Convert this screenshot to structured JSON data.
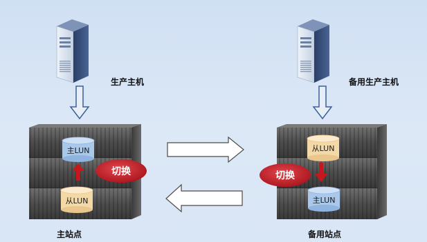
{
  "primary_site": {
    "host_label": "生产主机",
    "site_label": "主站点",
    "upper_lun": "主LUN",
    "lower_lun": "从LUN",
    "switch_label": "切换"
  },
  "backup_site": {
    "host_label": "备用生产主机",
    "site_label": "备用站点",
    "upper_lun": "从LUN",
    "lower_lun": "主LUN",
    "switch_label": "切换"
  },
  "colors": {
    "background": "#d5e3f4",
    "arrow_stroke": "#3a5f9a",
    "switch_badge": "#c81e2a",
    "switch_arrow": "#c8161d",
    "primary_lun": "#a9c8ea",
    "secondary_lun": "#f4d9a8"
  },
  "icons": {
    "host": "server-tower-icon",
    "storage": "storage-array-icon",
    "volume": "database-cylinder-icon"
  }
}
